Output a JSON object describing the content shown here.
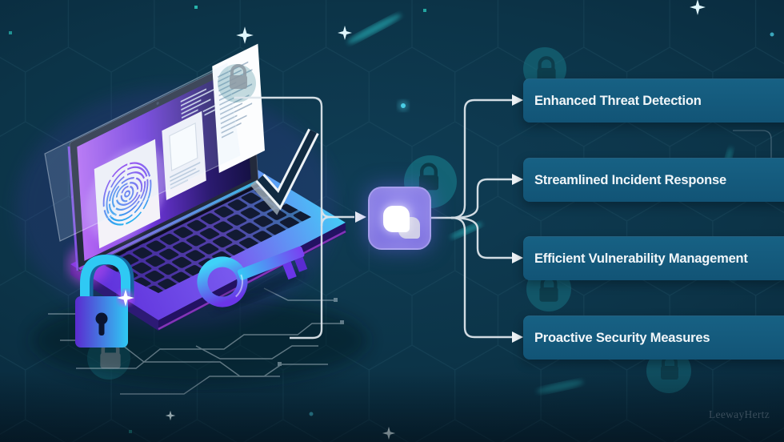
{
  "background": {
    "base_color": "#0c3447",
    "hexagon_line_color": "#2a5c70",
    "vignette_edge_color": "#041a27"
  },
  "icons": {
    "hub": "copy-documents-icon",
    "security_badge": "padlock-icon",
    "source_illustration": "laptop-fingerprint-scan",
    "extras": [
      "key-icon",
      "checkmark-icon",
      "circuit-traces",
      "sparkle-icon"
    ]
  },
  "hub": {
    "color": "#8b80e8"
  },
  "connectors": {
    "color": "#dde5eb",
    "arrow_color": "#eef3f6"
  },
  "benefits": {
    "box_color": "#14597a",
    "text_color": "#f1f6f9",
    "items": [
      {
        "label": "Enhanced Threat Detection"
      },
      {
        "label": "Streamlined Incident Response"
      },
      {
        "label": "Efficient Vulnerability Management"
      },
      {
        "label": "Proactive Security Measures"
      }
    ]
  },
  "watermark": {
    "text": "LeewayHertz"
  }
}
